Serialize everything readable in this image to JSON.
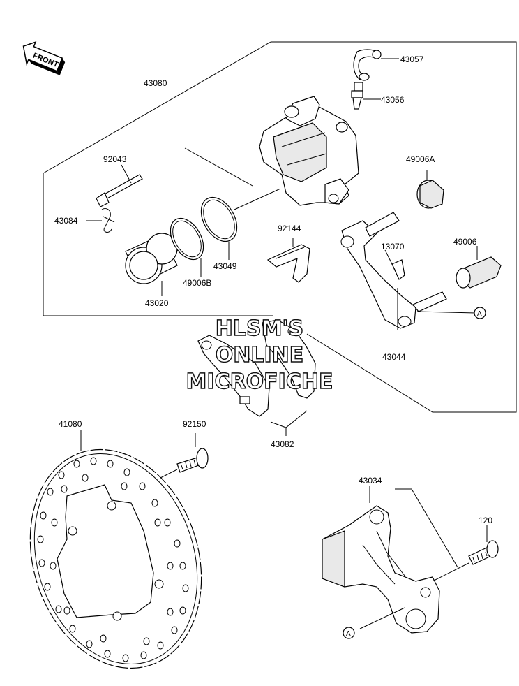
{
  "front_arrow": {
    "label": "FRONT"
  },
  "parts": {
    "p43057": "43057",
    "p43056": "43056",
    "p43080": "43080",
    "p92043": "92043",
    "p49006A": "49006A",
    "p43084": "43084",
    "p92144": "92144",
    "p13070": "13070",
    "p49006": "49006",
    "p43049": "43049",
    "p49006B": "49006B",
    "p43020": "43020",
    "p43044": "43044",
    "p41080": "41080",
    "p92150": "92150",
    "p43082": "43082",
    "p43034": "43034",
    "p120": "120"
  },
  "callouts": {
    "ref_a_1": "A",
    "ref_a_2": "A"
  },
  "watermark": {
    "line1": "HLSM'S",
    "line2": "ONLINE",
    "line3": "MICROFICHE"
  }
}
